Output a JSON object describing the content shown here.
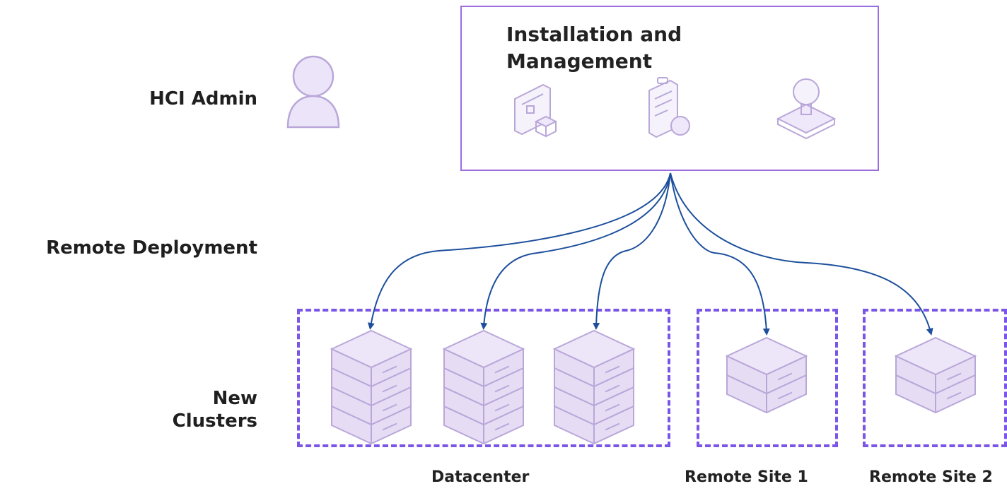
{
  "row_labels": {
    "admin": "HCI Admin",
    "deployment": "Remote Deployment",
    "new_clusters": "New\nClusters"
  },
  "management": {
    "title": "Installation and\nManagement",
    "icons": [
      "dashboard-icon",
      "clipboard-icon",
      "lightbulb-icon"
    ]
  },
  "groups": {
    "datacenter": "Datacenter",
    "remote_site_1": "Remote Site 1",
    "remote_site_2": "Remote Site 2"
  },
  "colors": {
    "box_border": "#9b6ee0",
    "dashed_border": "#7a55e6",
    "arrow": "#1d4f9c",
    "server_fill": "#ede6f8",
    "server_stroke": "#b9a7d9"
  }
}
